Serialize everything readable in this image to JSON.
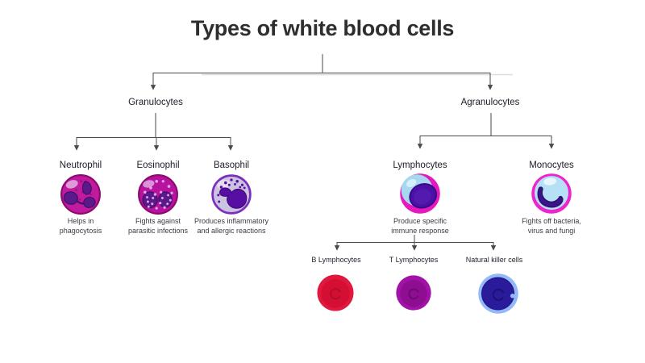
{
  "title": "Types of white blood cells",
  "palette": {
    "connector": "#4a4a4a",
    "title_color": "#2e2e2e",
    "label_color": "#1d1d28",
    "desc_color": "#3a3a44"
  },
  "tree": {
    "branches": [
      {
        "label": "Granulocytes",
        "children": [
          {
            "label": "Neutrophil",
            "icon": "neutrophil-cell-icon",
            "desc_lines": [
              "Helps in",
              "phagocytosis"
            ],
            "colors": {
              "body": "#C01B9E",
              "rim": "#8E0A6E",
              "nucleus": "#5A1A8C"
            }
          },
          {
            "label": "Eosinophil",
            "icon": "eosinophil-cell-icon",
            "desc_lines": [
              "Fights against",
              "parasitic infections"
            ],
            "colors": {
              "body": "#B8139E",
              "rim": "#8E0A6E",
              "nucleus": "#5A1A8C"
            }
          },
          {
            "label": "Basophil",
            "icon": "basophil-cell-icon",
            "desc_lines": [
              "Produces inflammatory",
              "and allergic reactions"
            ],
            "colors": {
              "body": "#CBC3DF",
              "rim": "#7B2FC0",
              "nucleus": "#560FA0"
            }
          }
        ]
      },
      {
        "label": "Agranulocytes",
        "children": [
          {
            "label": "Lymphocytes",
            "icon": "lymphocyte-cell-icon",
            "desc_lines": [
              "Produce specific",
              "immune response"
            ],
            "colors": {
              "body": "#E619BE",
              "cytoplasm": "#A6D8F2",
              "nucleus": "#4B11A4"
            },
            "children": [
              {
                "label": "B Lymphocytes",
                "icon": "b-lymphocyte-cell-icon",
                "colors": {
                  "body": "#E2173E",
                  "inner": "#D50F33"
                }
              },
              {
                "label": "T Lymphocytes",
                "icon": "t-lymphocyte-cell-icon",
                "colors": {
                  "body": "#A312A6",
                  "inner": "#8D0E90"
                }
              },
              {
                "label": "Natural killer cells",
                "icon": "nk-cell-icon",
                "colors": {
                  "body": "#93B9F8",
                  "inner": "#2A1B9B"
                }
              }
            ]
          },
          {
            "label": "Monocytes",
            "icon": "monocyte-cell-icon",
            "desc_lines": [
              "Fights off bacteria,",
              "virus and fungi"
            ],
            "colors": {
              "body": "#EE25CC",
              "cytoplasm": "#B5E0F6",
              "nucleus": "#3A1587"
            }
          }
        ]
      }
    ]
  }
}
